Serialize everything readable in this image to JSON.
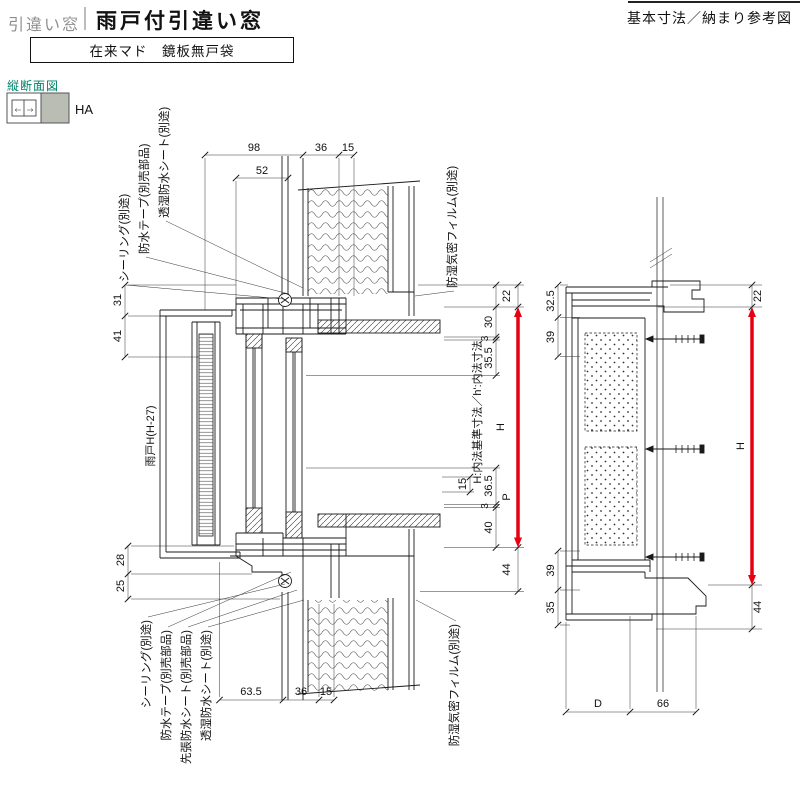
{
  "page": {
    "category": "引違い窓",
    "title": "雨戸付引違い窓",
    "corner_note": "基本寸法／納まり参考図",
    "spec_box": "在来マド　鏡板無戸袋",
    "section_title": "縦断面図",
    "type_code": "HA"
  },
  "vertical_section": {
    "callout_sealing_top": "シーリング(別途)",
    "callout_tape_top": "防水テープ(別売部品)",
    "callout_sheet_top": "透湿防水シート(別途)",
    "callout_film_top": "防湿気密フィルム(別途)",
    "callout_sealing_bottom": "シーリング(別途)",
    "callout_tape_bottom": "防水テープ(別売部品)",
    "callout_presheet_bottom": "先張防水シート(別売部品)",
    "callout_sheet_bottom": "透湿防水シート(別途)",
    "callout_film_bottom": "防湿気密フィルム(別途)",
    "shutter_label": "雨戸H(H-27)",
    "dim_note": "H:内法基準寸法／h':内法寸法",
    "dims": {
      "top_98": "98",
      "top_36": "36",
      "top_15": "15",
      "top_52": "52",
      "left_31": "31",
      "left_41": "41",
      "left_28": "28",
      "left_25": "25",
      "right_22": "22",
      "right_30": "30",
      "right_3a": "3",
      "right_35_5": "35.5",
      "right_36_5": "36.5",
      "right_3b": "3",
      "right_40": "40",
      "right_44": "44",
      "right_15": "15",
      "right_P": "P",
      "right_H": "H",
      "bottom_63_5": "63.5",
      "bottom_36": "36",
      "bottom_15": "15"
    }
  },
  "side_section": {
    "dims": {
      "left_32_5": "32.5",
      "left_39a": "39",
      "left_39b": "39",
      "left_35": "35",
      "right_22": "22",
      "right_44": "44",
      "right_H": "H",
      "bottom_D": "D",
      "bottom_66": "66"
    }
  },
  "colors": {
    "accent_red": "#e60012",
    "section_teal": "#00826B",
    "legend_gray": "#b9bdb4",
    "line_dark": "#1a1a1a"
  }
}
